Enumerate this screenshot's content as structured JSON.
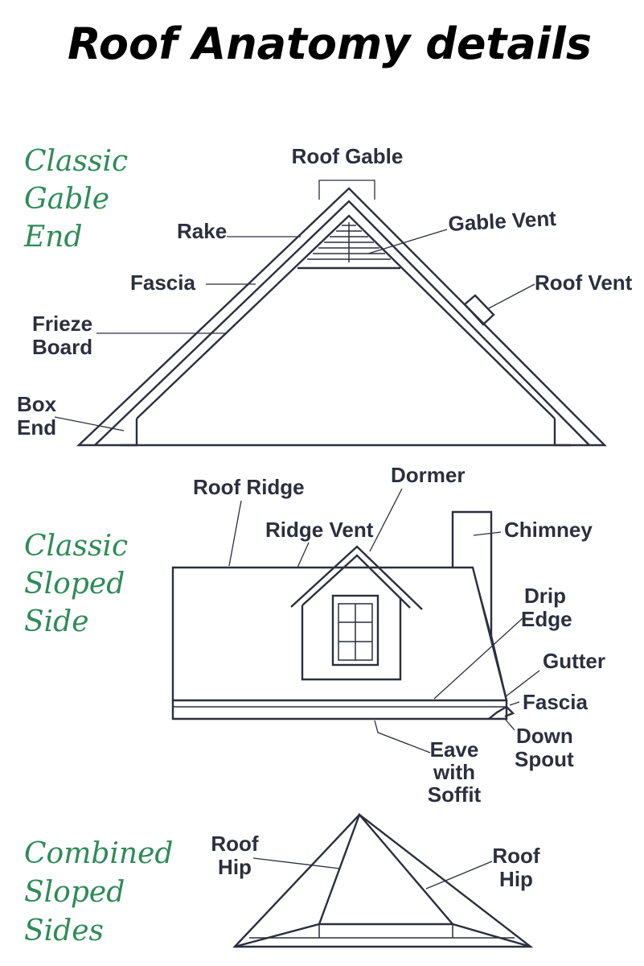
{
  "title": "Roof Anatomy details",
  "colors": {
    "section_label": "#2e8b57",
    "line": "#2c2f3d",
    "background": "#ffffff"
  },
  "sections": {
    "gable": {
      "lines": [
        "Classic",
        "Gable",
        "End"
      ]
    },
    "sloped": {
      "lines": [
        "Classic",
        "Sloped",
        "Side"
      ]
    },
    "combined": {
      "lines": [
        "Combined",
        "Sloped",
        "Sides"
      ]
    }
  },
  "gable_labels": {
    "roof_gable": "Roof Gable",
    "rake": "Rake",
    "gable_vent": "Gable Vent",
    "fascia": "Fascia",
    "roof_vent": "Roof Vent",
    "frieze_board": [
      "Frieze",
      "Board"
    ],
    "box_end": [
      "Box",
      "End"
    ]
  },
  "sloped_labels": {
    "roof_ridge": "Roof Ridge",
    "dormer": "Dormer",
    "ridge_vent": "Ridge Vent",
    "chimney": "Chimney",
    "drip_edge": [
      "Drip",
      "Edge"
    ],
    "gutter": "Gutter",
    "fascia": "Fascia",
    "down_spout": [
      "Down",
      "Spout"
    ],
    "eave_with_soffit": [
      "Eave",
      "with",
      "Soffit"
    ]
  },
  "hip_labels": {
    "roof_hip_left": [
      "Roof",
      "Hip"
    ],
    "roof_hip_right": [
      "Roof",
      "Hip"
    ]
  }
}
